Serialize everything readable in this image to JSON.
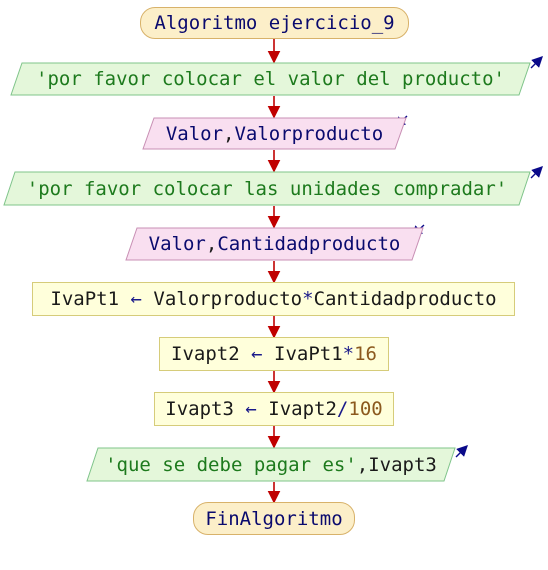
{
  "diagram": {
    "start": {
      "keyword": "Algoritmo",
      "name": "ejercicio_9"
    },
    "out1": {
      "text": "'por favor colocar el valor del producto'"
    },
    "in1": {
      "keyword": "Valor",
      "sep": ",",
      "var": "Valorproducto"
    },
    "out2": {
      "text": "'por favor colocar las unidades compradar'"
    },
    "in2": {
      "keyword": "Valor",
      "sep": ",",
      "var": "Cantidadproducto"
    },
    "assign1": {
      "target": "IvaPt1",
      "arrow": "←",
      "left": "Valorproducto",
      "op": "*",
      "right": "Cantidadproducto"
    },
    "assign2": {
      "target": "Ivapt2",
      "arrow": "←",
      "left": "IvaPt1",
      "op": "*",
      "right": "16"
    },
    "assign3": {
      "target": "Ivapt3",
      "arrow": "←",
      "left": "Ivapt2",
      "op": "/",
      "right": "100"
    },
    "out3": {
      "text": "'que se debe pagar es'",
      "sep": ",",
      "var": "Ivapt3"
    },
    "end": {
      "keyword": "FinAlgoritmo"
    }
  },
  "colors": {
    "terminal_fill": "#fcefc9",
    "terminal_border": "#d8b26a",
    "output_fill": "#e4f7da",
    "output_border": "#7fc48a",
    "input_fill": "#f9dff0",
    "input_border": "#c88fb4",
    "process_fill": "#ffffdb",
    "process_border": "#d6cc7a",
    "arrow": "#c00000"
  }
}
